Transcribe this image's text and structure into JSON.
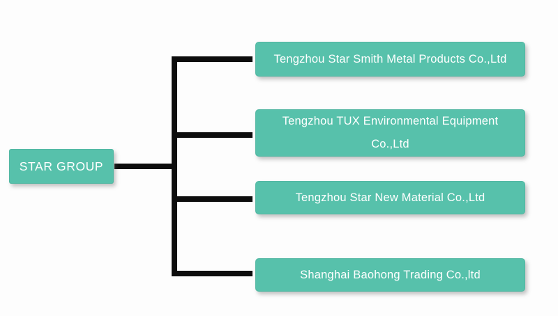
{
  "diagram": {
    "root": {
      "label": "STAR GROUP"
    },
    "children": [
      {
        "label": "Tengzhou Star Smith Metal Products Co.,Ltd"
      },
      {
        "label": "Tengzhou TUX Environmental Equipment\nCo.,Ltd"
      },
      {
        "label": "Tengzhou Star New Material Co.,Ltd"
      },
      {
        "label": "Shanghai Baohong Trading Co.,ltd"
      }
    ],
    "colors": {
      "node_fill": "#57c1ab",
      "node_text": "#ffffff",
      "connector": "#0d0d0d",
      "background": "#fdfdfd"
    }
  }
}
